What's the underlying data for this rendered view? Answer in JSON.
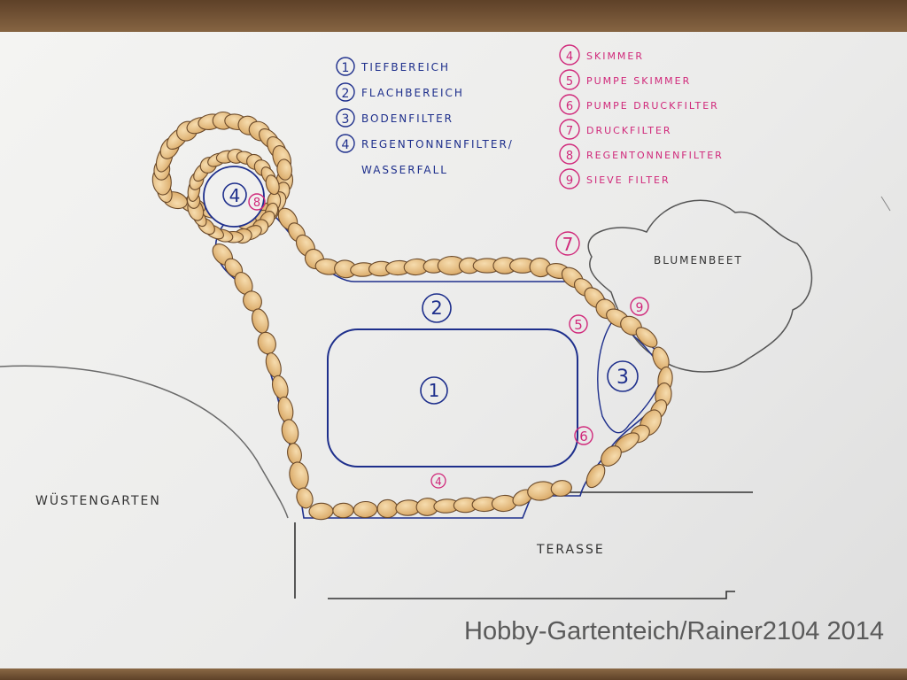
{
  "legend_blue": [
    {
      "num": "1",
      "label": "TIEFBEREICH"
    },
    {
      "num": "2",
      "label": "FLACHBEREICH"
    },
    {
      "num": "3",
      "label": "BODENFILTER"
    },
    {
      "num": "4",
      "label": "REGENTONNENFILTER/"
    },
    {
      "num": "",
      "label": "WASSERFALL"
    }
  ],
  "legend_pink": [
    {
      "num": "4",
      "label": "SKIMMER"
    },
    {
      "num": "5",
      "label": "PUMPE SKIMMER"
    },
    {
      "num": "6",
      "label": "PUMPE DRUCKFILTER"
    },
    {
      "num": "7",
      "label": "DRUCKFILTER"
    },
    {
      "num": "8",
      "label": "REGENTONNENFILTER"
    },
    {
      "num": "9",
      "label": "SIEVE FILTER"
    }
  ],
  "areas": {
    "blumenbeet": "BLUMENBEET",
    "wuestengarten": "WÜSTENGARTEN",
    "terasse": "TERASSE"
  },
  "markers": {
    "deep_zone": "1",
    "shallow_zone": "2",
    "bottom_filter": "3",
    "rain_barrel": "4",
    "rain_barrel_pink": "8",
    "druckfilter": "7",
    "sieve_filter": "9",
    "pump_skimmer": "5",
    "pump_druckfilter": "6",
    "skimmer": "4"
  },
  "watermark": "Hobby-Gartenteich/Rainer2104 2014",
  "colors": {
    "ink_blue": "#1e2f8c",
    "ink_pink": "#d0287a",
    "stone_fill": "#e8c48a",
    "stone_edge": "#6b4a2a",
    "pencil": "#555555"
  }
}
